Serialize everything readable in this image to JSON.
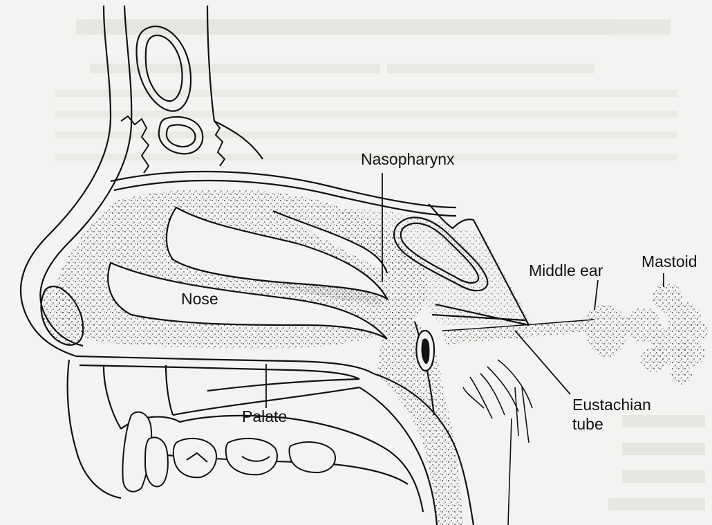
{
  "labels": {
    "nasopharynx": "Nasopharynx",
    "mastoid": "Mastoid",
    "middle_ear": "Middle ear",
    "nose": "Nose",
    "eustachian_line1": "Eustachian",
    "eustachian_line2": "tube",
    "palate": "Palate"
  },
  "colors": {
    "background": "#f4f3f1",
    "ink": "#111111",
    "bleed_through": "#c9c7c3"
  }
}
